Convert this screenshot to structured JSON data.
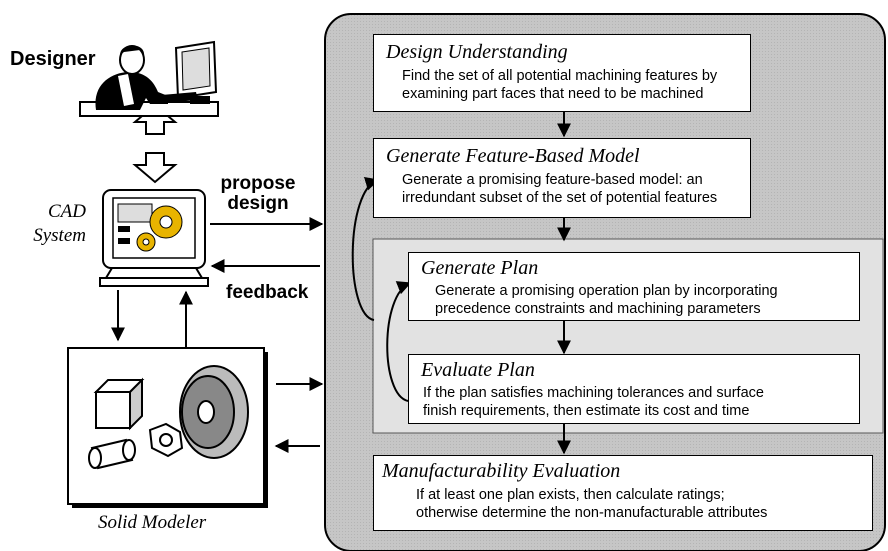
{
  "left": {
    "designer_label": "Designer",
    "cad_label_line1": "CAD",
    "cad_label_line2": "System",
    "solid_modeler_label": "Solid Modeler",
    "propose_line1": "propose",
    "propose_line2": "design",
    "feedback_label": "feedback"
  },
  "steps": {
    "design_understanding": {
      "title": "Design Understanding",
      "line1": "Find the set of all potential machining features by",
      "line2": "examining part faces that need to be machined"
    },
    "feature_model": {
      "title": "Generate Feature-Based Model",
      "line1": "Generate a promising feature-based model: an",
      "line2": "irredundant subset of the set of potential features"
    },
    "generate_plan": {
      "title": "Generate Plan",
      "line1": "Generate a promising operation plan by incorporating",
      "line2": "precedence constraints and machining parameters"
    },
    "evaluate_plan": {
      "title": "Evaluate Plan",
      "line1": "If the plan satisfies machining tolerances and surface",
      "line2": "finish requirements, then estimate its cost and time"
    },
    "manufacturability": {
      "title": "Manufacturability Evaluation",
      "line1": "If at least one plan exists, then calculate ratings;",
      "line2": "otherwise determine the non-manufacturable attributes"
    }
  },
  "colors": {
    "outer_panel": "#c9c9c9",
    "inner_panel": "#e2e2e2",
    "box_fill": "#ffffff",
    "gear": "#e8b400",
    "line": "#000000"
  }
}
